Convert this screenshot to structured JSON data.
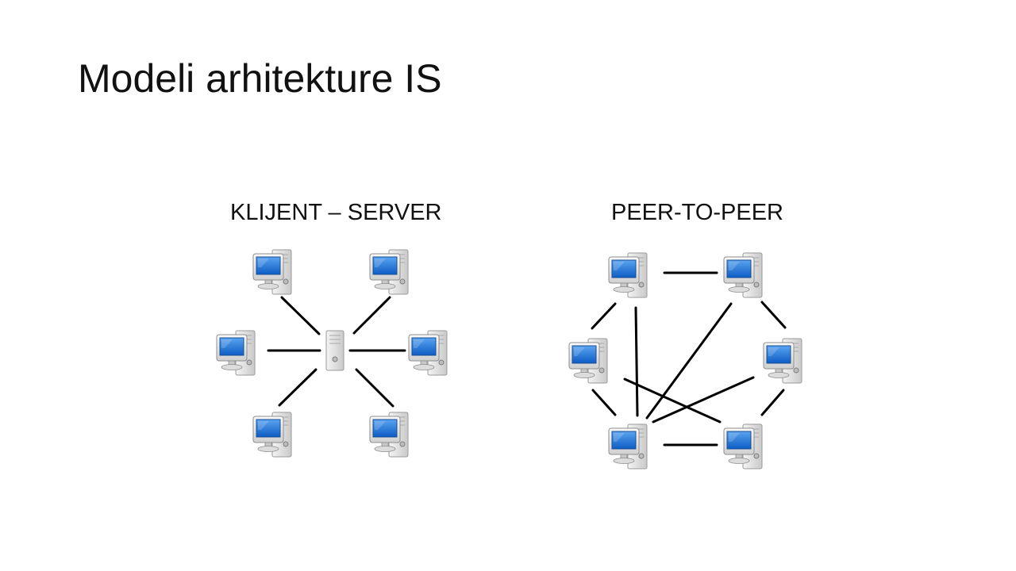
{
  "slide": {
    "title": "Modeli arhitekture IS",
    "colors": {
      "text": "#111111",
      "connection_line": "#000000",
      "screen": "#1b6fd1",
      "case": "#d6d6d6"
    }
  },
  "client_server": {
    "label": "KLIJENT – SERVER",
    "center_icon": "server-tower-icon",
    "node_icon": "workstation-icon",
    "client_count": 6
  },
  "peer_to_peer": {
    "label": "PEER-TO-PEER",
    "node_icon": "workstation-icon",
    "peer_count": 6
  }
}
